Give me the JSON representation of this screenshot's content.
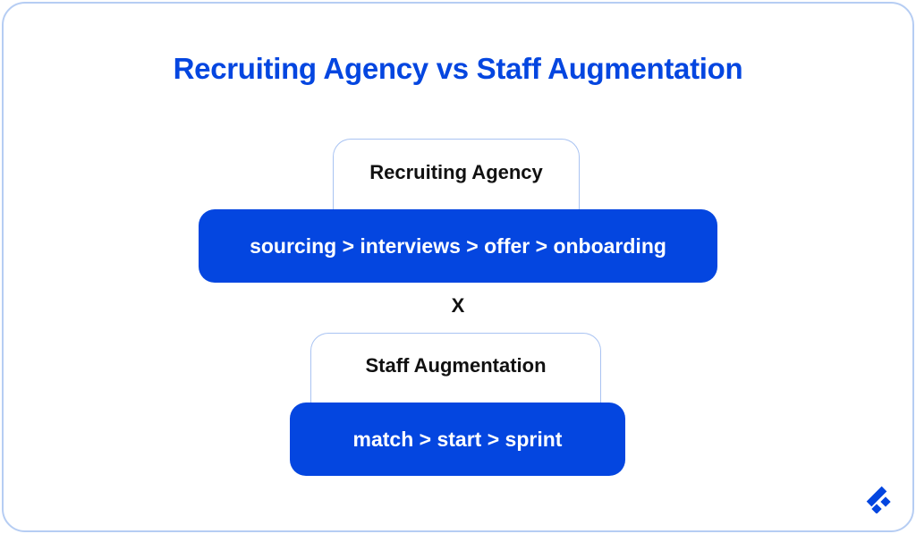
{
  "title": "Recruiting Agency vs Staff Augmentation",
  "separator": "X",
  "models": [
    {
      "label": "Recruiting Agency",
      "process": "sourcing > interviews > offer > onboarding"
    },
    {
      "label": "Staff Augmentation",
      "process": "match > start > sprint"
    }
  ],
  "colors": {
    "accent": "#0446e0",
    "border": "#b6cdf3",
    "text": "#111111"
  },
  "logo": "brand-logo-icon"
}
